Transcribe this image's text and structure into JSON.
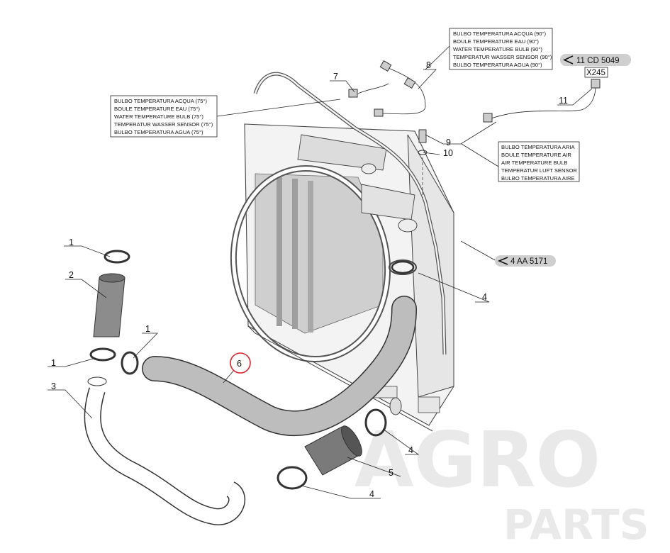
{
  "watermark": {
    "line1": "AGRO",
    "line2": "PARTS"
  },
  "callouts": {
    "c1a": "1",
    "c2": "2",
    "c1b": "1",
    "c1c": "1",
    "c3": "3",
    "c6": "6",
    "c5": "5",
    "c4a": "4",
    "c4b": "4",
    "c4c": "4",
    "c7": "7",
    "c8": "8",
    "c9": "9",
    "c10": "10",
    "c11": "11"
  },
  "boxes": {
    "water90": [
      "BULBO TEMPERATURA ACQUA (90°)",
      "BOULE TEMPERATURE EAU (90°)",
      "WATER TEMPERATURE BULB (90°)",
      "TEMPERATUR WASSER SENSOR (90°)",
      "BULBO TEMPERATURA AGUA (90°)"
    ],
    "water75": [
      "BULBO TEMPERATURA ACQUA (75°)",
      "BOULE TEMPERATURE EAU (75°)",
      "WATER TEMPERATURE BULB (75°)",
      "TEMPERATUR WASSER SENSOR (75°)",
      "BULBO TEMPERATURA AGUA (75°)"
    ],
    "air": [
      "BULBO TEMPERATURA ARIA",
      "BOULE TEMPERATURE AIR",
      "AIR TEMPERATURE BULB",
      "TEMPERATUR LUFT SENSOR",
      "BULBO TEMPERATURA AIRE"
    ]
  },
  "references": {
    "ref_top": "11 CD 5049",
    "connector": "X245",
    "ref_right": "4 AA 5171"
  }
}
